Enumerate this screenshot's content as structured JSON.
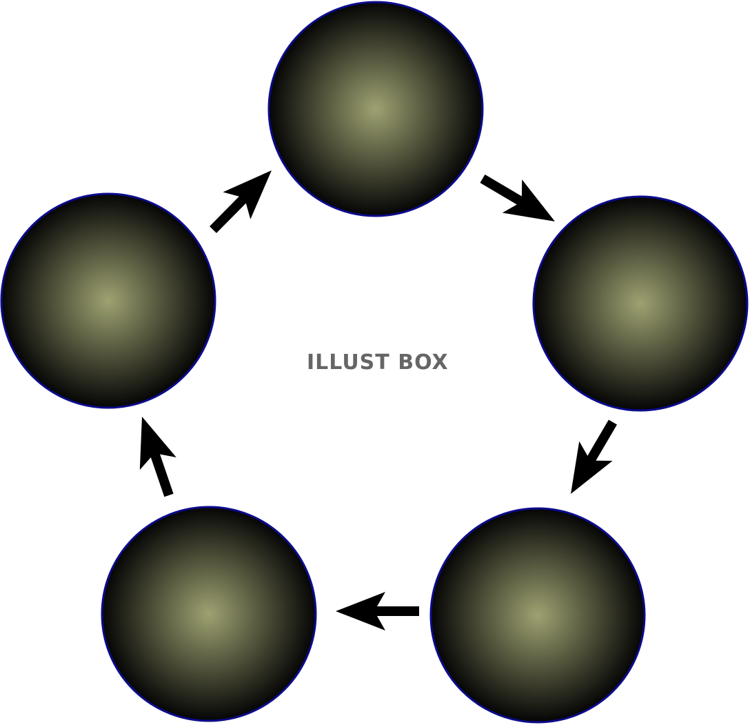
{
  "diagram": {
    "type": "cycle",
    "node_count": 5,
    "colors": {
      "node_center": "#9ea271",
      "node_edge": "#050505",
      "node_stroke": "#0c0c8c",
      "arrow": "#000000",
      "watermark": "#666666"
    }
  },
  "watermark": {
    "text": "ILLUST BOX"
  }
}
